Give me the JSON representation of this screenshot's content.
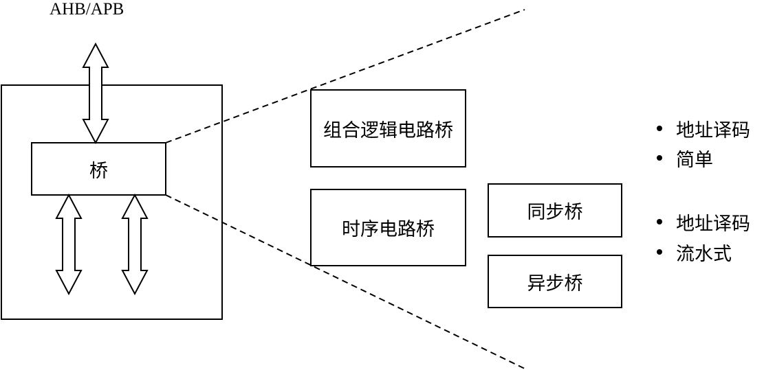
{
  "bus_label": "AHB/APB",
  "bridge_label": "桥",
  "bridge_types": {
    "combinational": "组合逻辑电路桥",
    "sequential": "时序电路桥"
  },
  "sequential_subtypes": {
    "sync": "同步桥",
    "async": "异步桥"
  },
  "notes": {
    "combinational": [
      "地址译码",
      "简单"
    ],
    "sequential": [
      "地址译码",
      "流水式"
    ]
  },
  "colors": {
    "line": "#000000",
    "background": "#ffffff"
  }
}
